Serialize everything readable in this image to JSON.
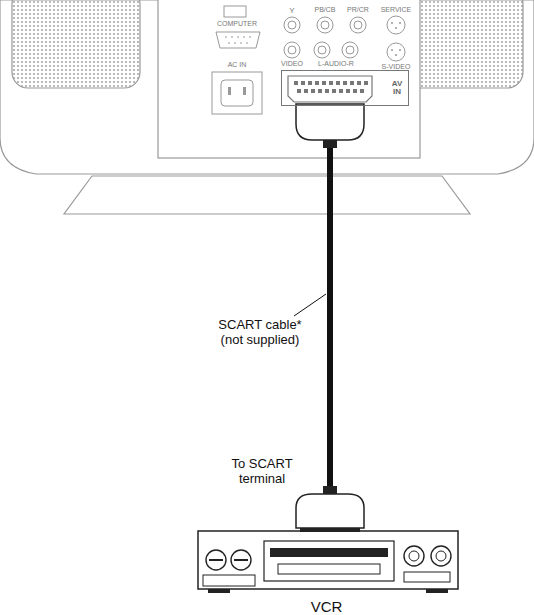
{
  "diagram": {
    "nodes": [
      {
        "text": [
          "AV IN"
        ]
      },
      {
        "text": [
          "VCR"
        ]
      }
    ],
    "edges": [
      {
        "from": 0,
        "to": 1,
        "arrow": "none",
        "label": "SCART cable* (not supplied)"
      }
    ],
    "labels": [
      "COMPUTER",
      "Y",
      "PB/CB",
      "PR/CR",
      "SERVICE",
      "AC IN",
      "VIDEO",
      "L-AUDIO-R",
      "S-VIDEO",
      "To SCART terminal"
    ]
  }
}
